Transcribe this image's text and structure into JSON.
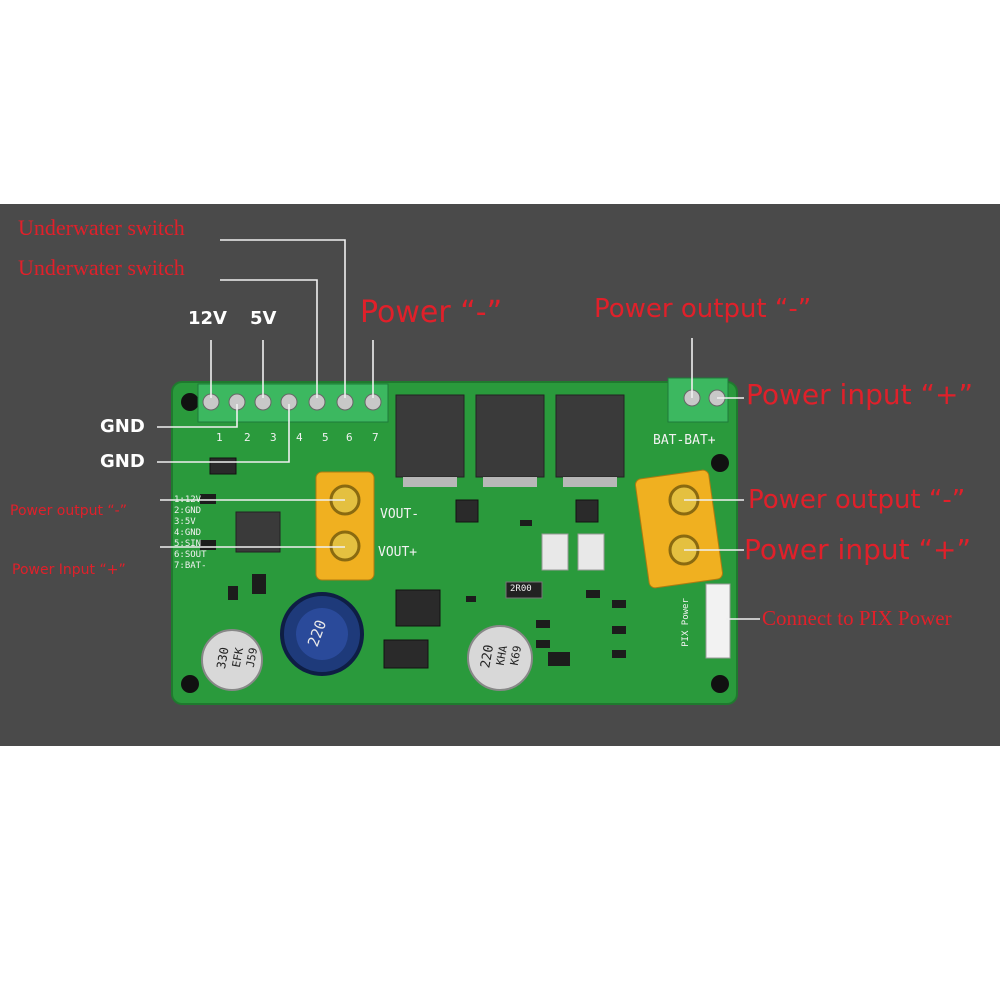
{
  "annotations": {
    "underwater_switch_1": "Underwater switch",
    "underwater_switch_2": "Underwater switch",
    "v12": "12V",
    "v5": "5V",
    "gnd_1": "GND",
    "gnd_2": "GND",
    "power_minus": "Power  “-”",
    "power_output_top": "Power output  “-”",
    "power_input_right": "Power input  “+”",
    "power_output_left": "Power output  “-”",
    "power_input_left": "Power Input  “+”",
    "power_output_right": "Power output  “-”",
    "power_input_right2": "Power input  “+”",
    "pix_power": "Connect to PIX Power"
  },
  "silkscreen": {
    "terminal_numbers": [
      "1",
      "2",
      "3",
      "4",
      "5",
      "6",
      "7"
    ],
    "vout_minus": "VOUT-",
    "vout_plus": "VOUT+",
    "bat_label": "BAT-BAT+",
    "pin_list": [
      "1:12V",
      "2:GND",
      "3:5V",
      "4:GND",
      "5:SIN",
      "6:SOUT",
      "7:BAT-"
    ],
    "cap_left": [
      "330",
      "EFK",
      "J59"
    ],
    "inductor": "220",
    "cap_right": [
      "220",
      "KHA",
      "K69"
    ],
    "resistor": "2R00",
    "pix_connector": "PIX Power"
  },
  "colors": {
    "background": "#4a4a4a",
    "pcb": "#2a9a3c",
    "annotation_red": "#e0202a",
    "connector_yellow": "#f0b020"
  }
}
